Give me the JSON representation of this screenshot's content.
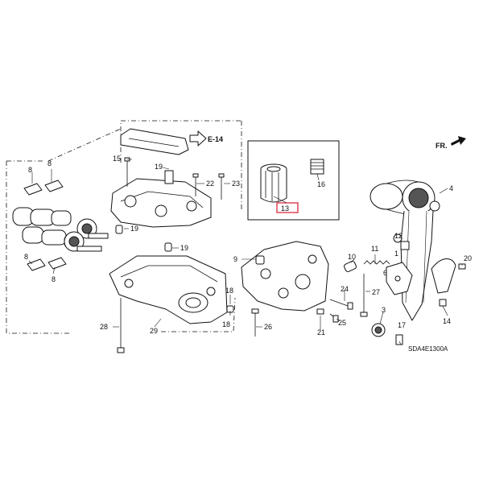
{
  "header": {
    "ref_label": "E-14",
    "direction_label": "FR."
  },
  "diagram_code": "SDA4E1300A",
  "callouts": {
    "c1": "1",
    "c3": "3",
    "c4": "4",
    "c6": "6",
    "c8a": "8",
    "c8b": "8",
    "c8c": "8",
    "c8d": "8",
    "c9": "9",
    "c10": "10",
    "c11": "11",
    "c12": "12",
    "c13": "13",
    "c14": "14",
    "c15": "15",
    "c16": "16",
    "c17": "17",
    "c18": "18",
    "c19a": "19",
    "c19b": "19",
    "c19c": "19",
    "c20": "20",
    "c21": "21",
    "c22": "22",
    "c23": "23",
    "c24": "24",
    "c25": "25",
    "c26": "26",
    "c27": "27",
    "c28": "28",
    "c29": "29"
  },
  "highlight_color": "#e0475a"
}
